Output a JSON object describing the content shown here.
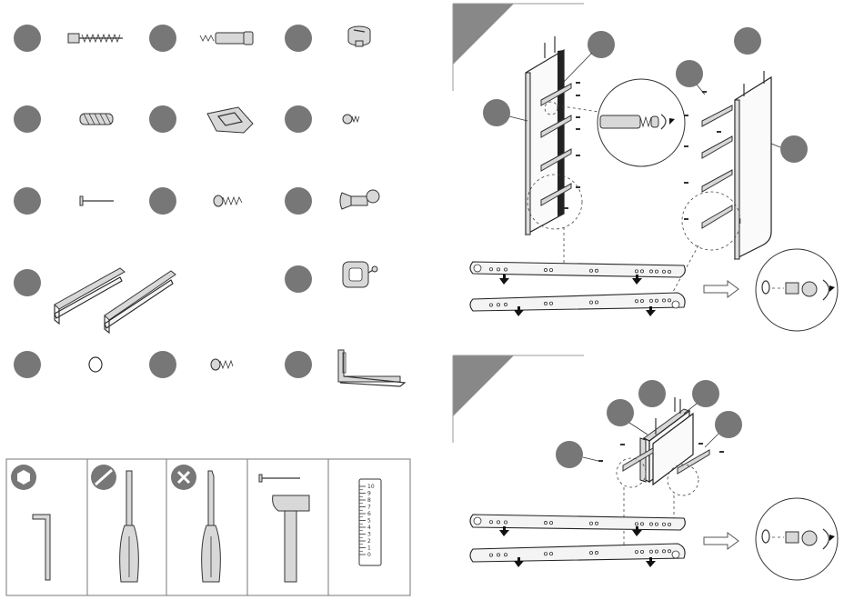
{
  "parts_list": {
    "items": [
      {
        "row": 1,
        "col": 1,
        "icon": "long-screw-icon"
      },
      {
        "row": 1,
        "col": 2,
        "icon": "cam-bolt-icon"
      },
      {
        "row": 1,
        "col": 3,
        "icon": "cam-lock-icon"
      },
      {
        "row": 2,
        "col": 1,
        "icon": "wooden-dowel-icon"
      },
      {
        "row": 2,
        "col": 2,
        "icon": "bracket-clip-icon"
      },
      {
        "row": 2,
        "col": 3,
        "icon": "small-screw-icon"
      },
      {
        "row": 3,
        "col": 1,
        "icon": "nail-icon"
      },
      {
        "row": 3,
        "col": 2,
        "icon": "wood-screw-icon"
      },
      {
        "row": 3,
        "col": 3,
        "icon": "knob-bolt-icon"
      },
      {
        "row": 4,
        "col": 1,
        "icon": "drawer-slide-pair-icon"
      },
      {
        "row": 4,
        "col": 3,
        "icon": "square-knob-icon"
      },
      {
        "row": 5,
        "col": 1,
        "icon": "cap-ring-icon"
      },
      {
        "row": 5,
        "col": 2,
        "icon": "short-screw-icon"
      },
      {
        "row": 5,
        "col": 3,
        "icon": "l-bracket-icon"
      }
    ]
  },
  "tools": {
    "items": [
      {
        "name": "allen-key",
        "badge_icon": "hex-icon",
        "icon": "allen-key-icon"
      },
      {
        "name": "flat-screwdriver",
        "badge_icon": "slash-icon",
        "icon": "flat-screwdriver-icon"
      },
      {
        "name": "phillips-screwdriver",
        "badge_icon": "x-icon",
        "icon": "phillips-screwdriver-icon"
      },
      {
        "name": "hammer",
        "badge_icon": "",
        "icon": "hammer-nail-icon"
      },
      {
        "name": "ruler",
        "badge_icon": "",
        "icon": "ruler-icon"
      }
    ],
    "ruler_ticks": [
      "10",
      "9",
      "8",
      "7",
      "6",
      "5",
      "4",
      "3",
      "2",
      "1",
      "0"
    ]
  },
  "steps": [
    {
      "icon": "side-panel-slide-attachment-diagram"
    },
    {
      "icon": "drawer-box-slide-attachment-diagram"
    }
  ],
  "colors": {
    "badge": "#777777",
    "line": "#222222",
    "fill": "#d8d8d8"
  }
}
